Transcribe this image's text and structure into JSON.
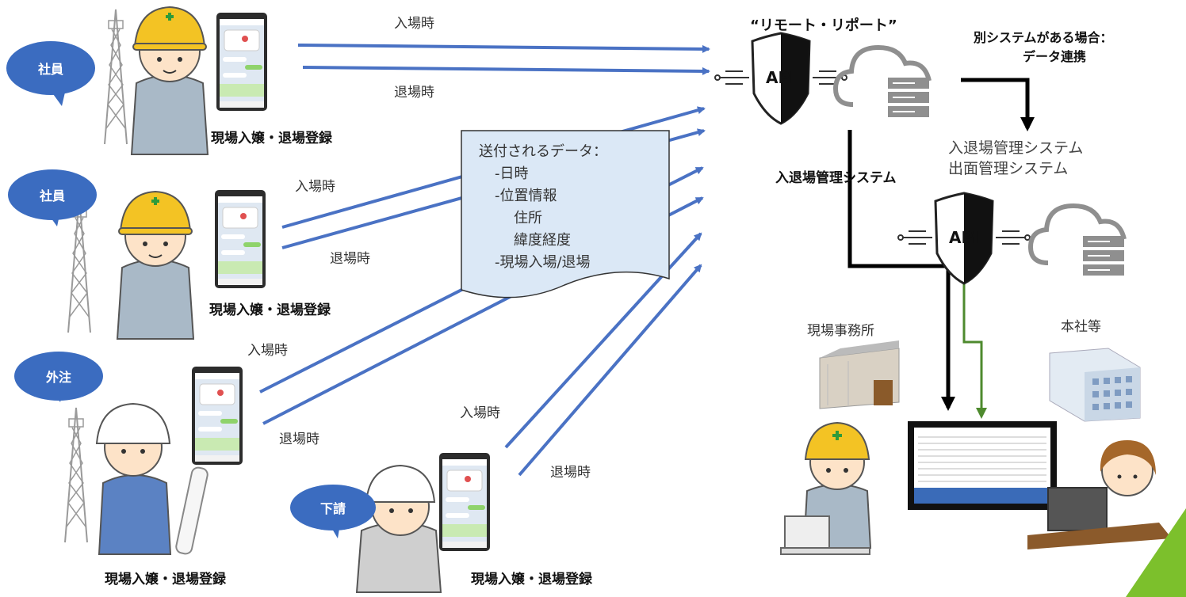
{
  "workers": [
    {
      "badge": "社員",
      "caption": "現場入嬢・退場登録"
    },
    {
      "badge": "社員",
      "caption": "現場入嬢・退場登録"
    },
    {
      "badge": "外注",
      "caption": "現場入嬢・退場登録"
    },
    {
      "badge": "下請",
      "caption": "現場入嬢・退場登録"
    }
  ],
  "arrow_labels": {
    "enter": "入場時",
    "exit": "退場時"
  },
  "data_note": {
    "title": "送付されるデータ：",
    "items": [
      "-日時",
      "-位置情報",
      "住所",
      "緯度経度",
      "-現場入場/退場"
    ]
  },
  "remote_report": {
    "title": "“リモート・リポート”",
    "api_label": "API",
    "system_label": "入退場管理システム"
  },
  "other_system": {
    "heading_line1": "別システムがある場合：",
    "heading_line2": "データ連携",
    "name_line1": "入退場管理システム",
    "name_line2": "出面管理システム",
    "api_label": "API"
  },
  "destinations": {
    "site_office": "現場事務所",
    "head_office": "本社等"
  },
  "colors": {
    "arrow_blue": "#4a72c4",
    "bubble_blue": "#3b6cc0",
    "helmet_yellow": "#f3c324",
    "green_line": "#4e8a2e",
    "corner_green": "#7cc02c"
  }
}
